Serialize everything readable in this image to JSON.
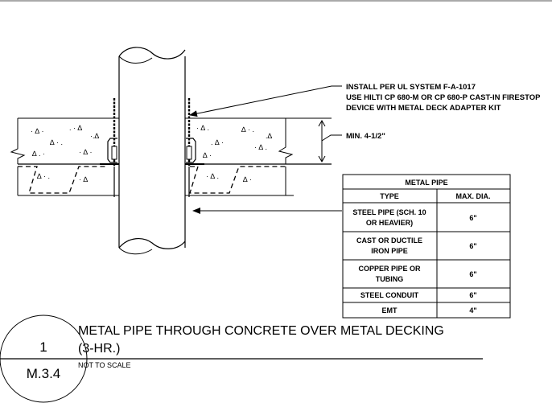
{
  "notes": {
    "install_line1": "INSTALL PER UL SYSTEM F-A-1017",
    "install_line2": "USE HILTI CP 680-M OR CP 680-P CAST-IN FIRESTOP",
    "install_line3": "DEVICE WITH METAL DECK ADAPTER KIT",
    "min_thickness": "MIN. 4-1/2\""
  },
  "table": {
    "title": "METAL PIPE",
    "headers": {
      "type": "TYPE",
      "max_dia": "MAX. DIA."
    },
    "rows": [
      {
        "type_line1": "STEEL PIPE (SCH. 10",
        "type_line2": "OR HEAVIER)",
        "max_dia": "6\""
      },
      {
        "type_line1": "CAST OR DUCTILE",
        "type_line2": "IRON PIPE",
        "max_dia": "6\""
      },
      {
        "type_line1": "COPPER PIPE OR",
        "type_line2": "TUBING",
        "max_dia": "6\""
      },
      {
        "type_line1": "STEEL CONDUIT",
        "type_line2": "",
        "max_dia": "6\""
      },
      {
        "type_line1": "EMT",
        "type_line2": "",
        "max_dia": "4\""
      }
    ]
  },
  "title_block": {
    "detail_number": "1",
    "sheet_number": "M.3.4",
    "title_line1": "METAL PIPE THROUGH CONCRETE OVER METAL DECKING",
    "title_line2": "(3-HR.)",
    "scale": "NOT TO SCALE"
  }
}
